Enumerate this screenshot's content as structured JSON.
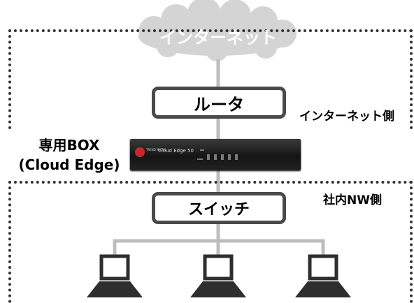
{
  "diagram": {
    "cloud_label": "インターネット",
    "router_label": "ルータ",
    "internet_side_label": "インターネット側",
    "device_title": [
      "専用BOX",
      "(Cloud Edge)"
    ],
    "device_brand": "TREND MICRO",
    "device_model": "Cloud Edge 50",
    "switch_label": "スイッチ",
    "lan_side_label": "社内NW側",
    "client_icons": [
      "laptop-icon",
      "laptop-icon",
      "laptop-icon"
    ]
  },
  "colors": {
    "cloud": "#d4d4d4",
    "box_border": "#4a4a4a",
    "connector": "#bdbdbd",
    "zone_border": "#333333",
    "laptop": "#2e2e2e"
  }
}
